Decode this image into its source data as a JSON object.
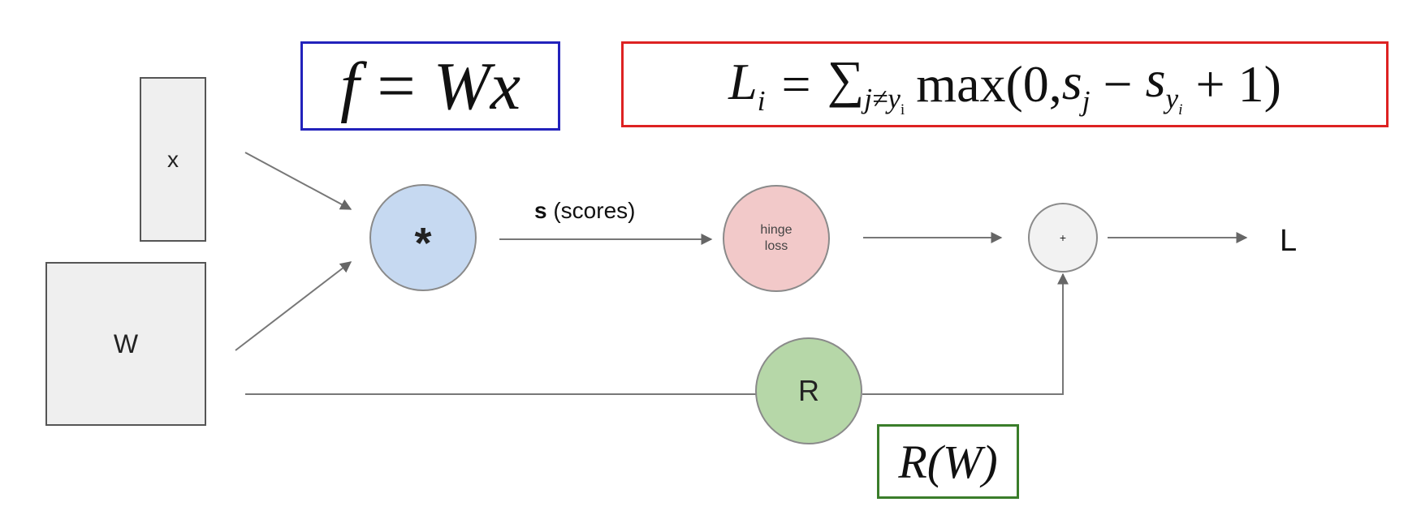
{
  "inputs": {
    "x_label": "x",
    "w_label": "W"
  },
  "nodes": {
    "multiply_label": "*",
    "hinge_label": "hinge\nloss",
    "plus_label": "+",
    "reg_label": "R"
  },
  "edges": {
    "scores_bold": "s",
    "scores_rest": " (scores)"
  },
  "output_label": "L",
  "formulas": {
    "f_lhs": "f",
    "f_eq": "=",
    "f_rhs": "Wx",
    "loss_L": "L",
    "loss_L_sub": "i",
    "loss_eq": "=",
    "loss_sum": "∑",
    "loss_sum_sub": "j≠y",
    "loss_sum_sub2": "i",
    "loss_max": "max(0, ",
    "loss_sj": "s",
    "loss_sj_sub": "j",
    "loss_minus": " − ",
    "loss_syi": "s",
    "loss_syi_sub": "y",
    "loss_syi_sub2": "i",
    "loss_tail": " + 1)",
    "reg": "R(W)"
  },
  "colors": {
    "multiply_fill": "#c6d9f1",
    "hinge_fill": "#f2c9c9",
    "plus_fill": "#f2f2f2",
    "reg_fill": "#b6d7a8",
    "f_border": "#2222bb",
    "loss_border": "#dd2222",
    "reg_border": "#3a7d2a"
  }
}
